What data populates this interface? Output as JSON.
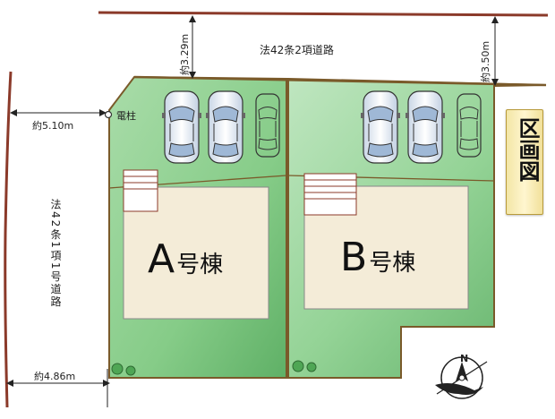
{
  "legend": {
    "title": "区画図"
  },
  "roads": {
    "top_road_name": "法42条2項道路",
    "left_road_name": "法42条1項1号道路"
  },
  "dimensions": {
    "top_left_width": "約3.29m",
    "top_right_width": "約3.50m",
    "left_upper_width": "約5.10m",
    "left_lower_width": "約4.86m"
  },
  "pole_label": "電柱",
  "lots": [
    {
      "id": "A",
      "letter": "A",
      "suffix": "号棟"
    },
    {
      "id": "B",
      "letter": "B",
      "suffix": "号棟"
    }
  ],
  "compass": {
    "north_label": "N"
  },
  "colors": {
    "lot_green": "#6fbf75",
    "house_fill": "#f4ecd8",
    "boundary": "#7a5a2a",
    "road_line": "#8b3a2a"
  }
}
